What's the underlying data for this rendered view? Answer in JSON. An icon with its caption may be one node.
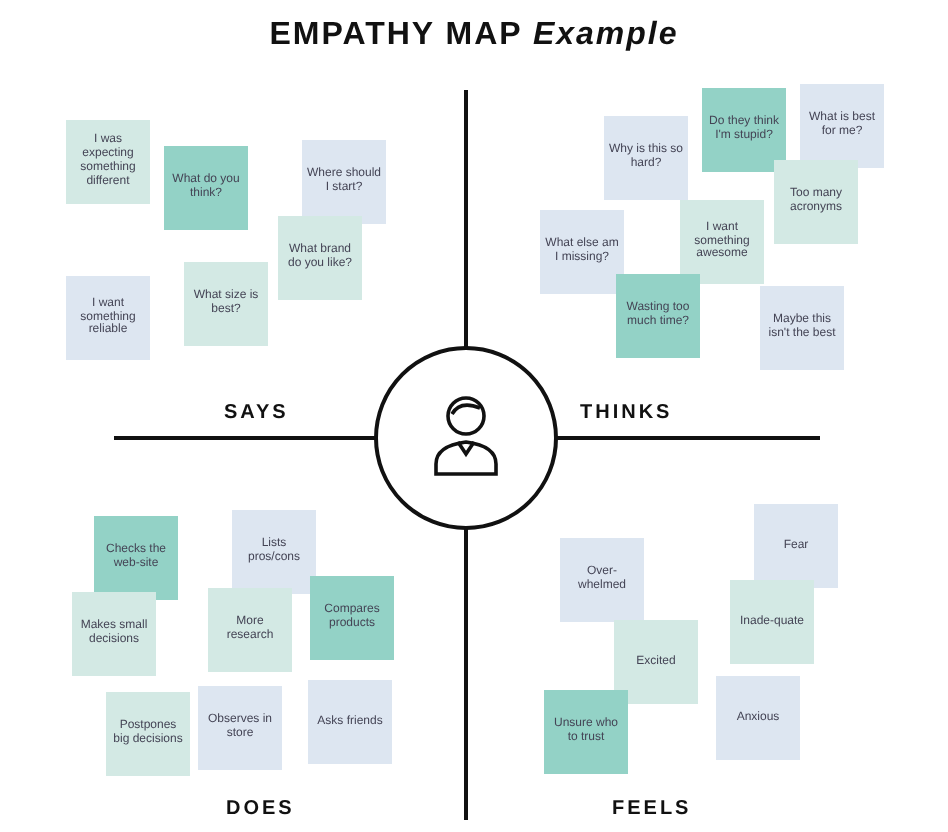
{
  "diagram": {
    "title": "EMPATHY MAP *Example*",
    "nodes": [
      {
        "text": [
          "I was expecting something different"
        ]
      },
      {
        "text": [
          "What do you think?"
        ]
      },
      {
        "text": [
          "Where should I start?"
        ]
      },
      {
        "text": [
          "What brand do you like?"
        ]
      },
      {
        "text": [
          "I want something reliable"
        ]
      },
      {
        "text": [
          "What size is best?"
        ]
      },
      {
        "text": [
          "Why is this so hard?"
        ]
      },
      {
        "text": [
          "Do they think I'm stupid?"
        ]
      },
      {
        "text": [
          "What is best for me?"
        ]
      },
      {
        "text": [
          "Too many acronyms"
        ]
      },
      {
        "text": [
          "What else am I missing?"
        ]
      },
      {
        "text": [
          "I want something awesome"
        ]
      },
      {
        "text": [
          "Wasting too much time?"
        ]
      },
      {
        "text": [
          "Maybe this isn't the best"
        ]
      },
      {
        "text": [
          "Checks the web-site"
        ]
      },
      {
        "text": [
          "Lists pros/cons"
        ]
      },
      {
        "text": [
          "Makes small decisions"
        ]
      },
      {
        "text": [
          "More research"
        ]
      },
      {
        "text": [
          "Compares products"
        ]
      },
      {
        "text": [
          "Postpones big decisions"
        ]
      },
      {
        "text": [
          "Observes in store"
        ]
      },
      {
        "text": [
          "Asks friends"
        ]
      },
      {
        "text": [
          "Over-whelmed"
        ]
      },
      {
        "text": [
          "Fear"
        ]
      },
      {
        "text": [
          "Excited"
        ]
      },
      {
        "text": [
          "Inade-quate"
        ]
      },
      {
        "text": [
          "Unsure who to trust"
        ]
      },
      {
        "text": [
          "Anxious"
        ]
      }
    ],
    "labels": [
      "SAYS",
      "THINKS",
      "DOES",
      "FEELS"
    ]
  }
}
